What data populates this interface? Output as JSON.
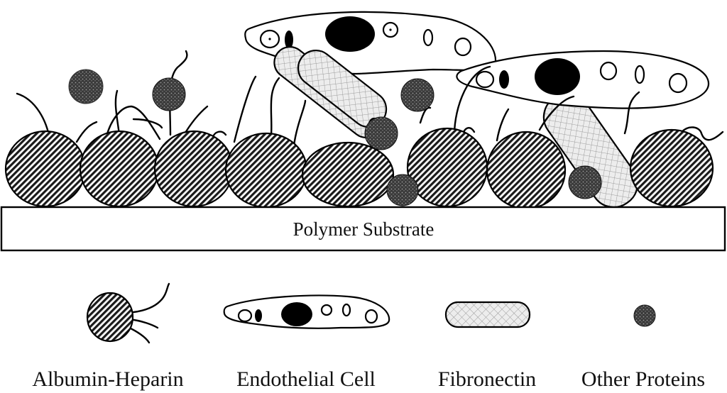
{
  "substrate": {
    "label": "Polymer Substrate"
  },
  "legend": [
    {
      "key": "albumin",
      "label": "Albumin-Heparin",
      "icon": "albumin-heparin-icon"
    },
    {
      "key": "endothelial",
      "label": "Endothelial Cell",
      "icon": "endothelial-cell-icon"
    },
    {
      "key": "fibronectin",
      "label": "Fibronectin",
      "icon": "fibronectin-icon"
    },
    {
      "key": "proteins",
      "label": "Other Proteins",
      "icon": "other-protein-icon"
    }
  ]
}
